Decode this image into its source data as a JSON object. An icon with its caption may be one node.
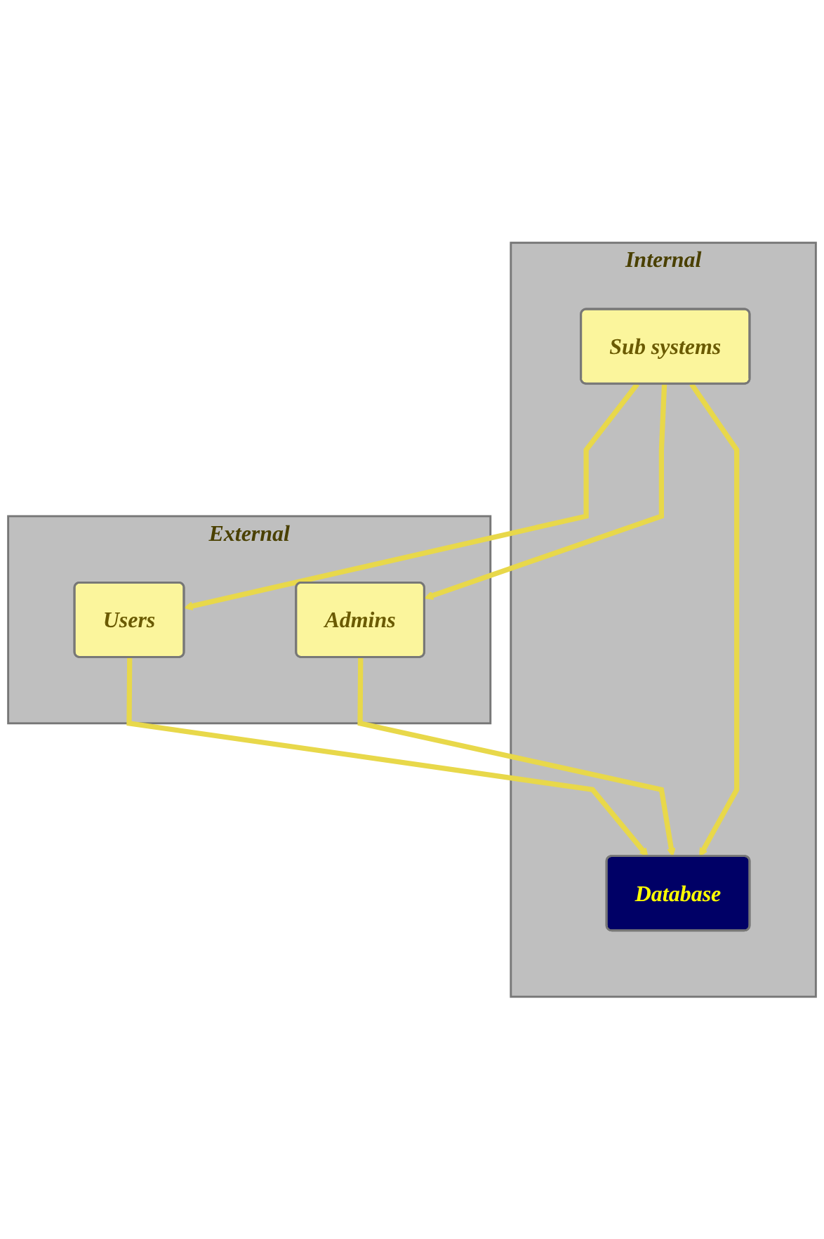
{
  "diagram": {
    "nodes": [
      {
        "text": [
          "External"
        ]
      },
      {
        "text": [
          "Users"
        ],
        "in": 0
      },
      {
        "text": [
          "Admins"
        ],
        "in": 0
      },
      {
        "text": [
          "Internal"
        ]
      },
      {
        "text": [
          "Sub systems"
        ],
        "in": 3
      },
      {
        "text": [
          "Database"
        ],
        "in": 3
      }
    ],
    "edges": [
      {
        "from": 1,
        "to": 5,
        "arrow": "to"
      },
      {
        "from": 4,
        "to": 1,
        "arrow": "to"
      },
      {
        "from": 4,
        "to": 2,
        "arrow": "to"
      },
      {
        "from": 4,
        "to": 5,
        "arrow": "to"
      },
      {
        "from": 2,
        "to": 5,
        "arrow": "to"
      }
    ]
  }
}
